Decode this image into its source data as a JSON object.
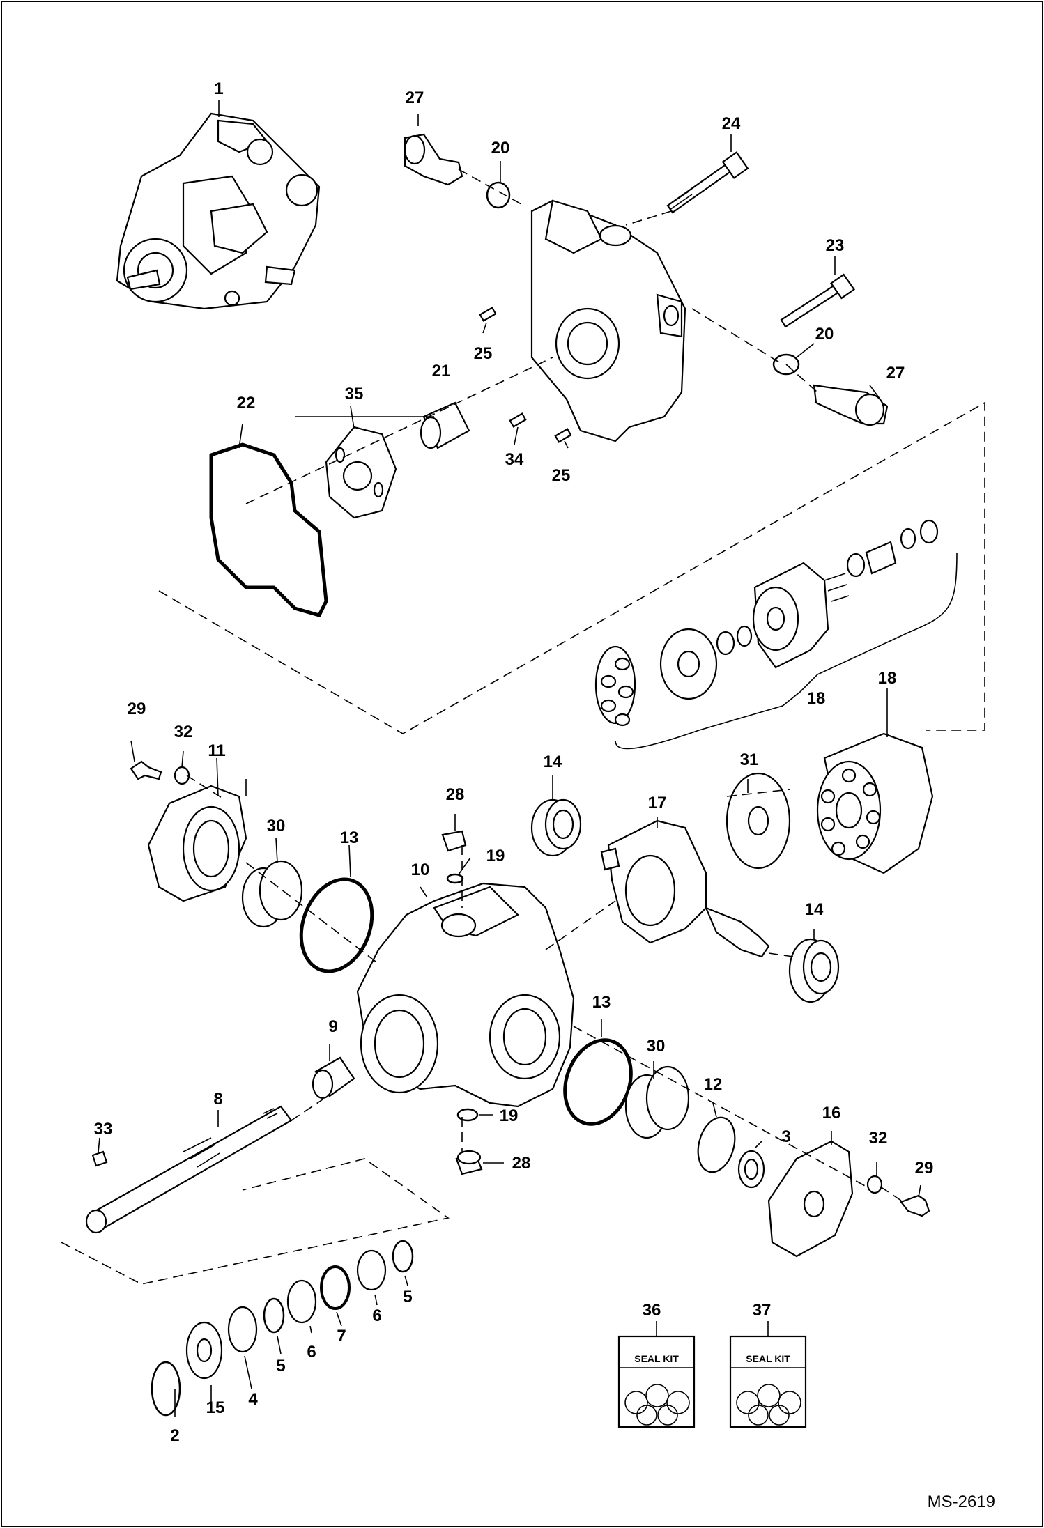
{
  "drawing_code": "MS-2619",
  "seal_kit_label": "SEAL KIT",
  "callouts": {
    "c1": "1",
    "c2": "2",
    "c3": "3",
    "c4": "4",
    "c5a": "5",
    "c5b": "5",
    "c6a": "6",
    "c6b": "6",
    "c7": "7",
    "c8": "8",
    "c9": "9",
    "c10": "10",
    "c11": "11",
    "c12": "12",
    "c13a": "13",
    "c13b": "13",
    "c14a": "14",
    "c14b": "14",
    "c15": "15",
    "c16": "16",
    "c17": "17",
    "c18a": "18",
    "c18b": "18",
    "c19a": "19",
    "c19b": "19",
    "c20a": "20",
    "c20b": "20",
    "c21": "21",
    "c22": "22",
    "c23": "23",
    "c24": "24",
    "c25a": "25",
    "c25b": "25",
    "c27a": "27",
    "c27b": "27",
    "c28a": "28",
    "c28b": "28",
    "c29a": "29",
    "c29b": "29",
    "c30a": "30",
    "c30b": "30",
    "c31": "31",
    "c32a": "32",
    "c32b": "32",
    "c33": "33",
    "c34": "34",
    "c35": "35",
    "c36": "36",
    "c37": "37"
  }
}
